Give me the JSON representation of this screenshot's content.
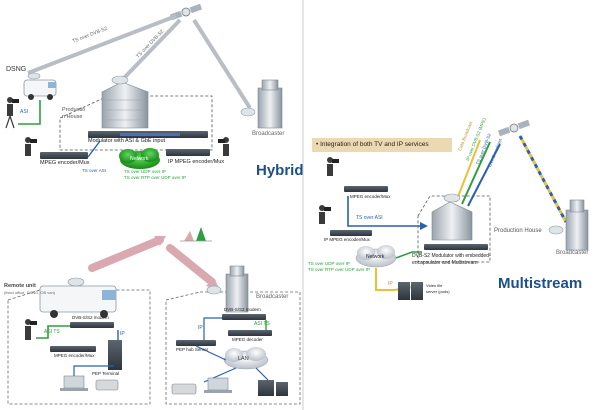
{
  "hybrid": {
    "title": "Hybrid",
    "labels": {
      "dsng": "DSNG",
      "ts_over_dvb_s2_a": "TS over DVB-S2",
      "ts_over_dvb_s2_b": "TS over DVB-S2",
      "production_house_1": "Productio",
      "production_house_2": "n House",
      "asi": "ASI",
      "modulator": "Modulator with ASI & GbE input",
      "network": "Network",
      "mpeg_encoder_mux": "MPEG encoder/Mux",
      "ts_over_asi": "TS over ASI",
      "ip_mpeg_encoder_mux": "IP MPEG encoder/Mux",
      "ts_over_udp": "TS over UDP over IP",
      "ts_over_rtp": "TS over RTP over UDP over IP",
      "broadcaster": "Broadcaster"
    }
  },
  "multistream": {
    "title": "Multistream",
    "banner": "• Integration of both TV and IP services",
    "labels": {
      "mpeg_encoder_mux": "MPEG encoder/Mux",
      "ts_over_asi": "TS over ASI",
      "ip_mpeg_encoder_mux": "IP MPEG encoder/Mux",
      "network": "Network",
      "ts_over_udp": "TS over UDP over IP",
      "ts_over_rtp": "TS over RTP over UDP over IP",
      "production_house": "Production House",
      "modulator_1": "DVB-S2 Modulator with embedded-",
      "modulator_2": "encapsulator and Multistream",
      "ip": "IP",
      "video_file_server_1": "Video file",
      "video_file_server_2": "server (pods)",
      "sat_label_1": "Data Broadcast",
      "sat_label_2": "IP over DVB-S2 (MPE)",
      "sat_label_3": "TS over DVB-S2",
      "sat_label_4": "Live Broadcast",
      "broadcaster": "Broadcaster"
    }
  },
  "remote": {
    "labels": {
      "remote_unit": "Remote unit",
      "remote_unit_sub": "(fixed office, DSNG, OB van)",
      "asi_ts_left": "ASI TS",
      "dvb_s2_modem_left": "DVB-S/S2 modem",
      "ip_left": "IP",
      "mpeg_encoder_mux": "MPEG encoder/Mux",
      "pep_terminal": "PEP Terminal",
      "broadcaster": "Broadcaster",
      "dvb_s2_modem_right": "DVB-S/S2 modem",
      "ip_right": "IP",
      "asi_ts_right": "ASI TS",
      "pep_hub_server": "PEP hub Server",
      "mpeg_decoder": "MPEG decoder",
      "lan": "LAN"
    }
  }
}
